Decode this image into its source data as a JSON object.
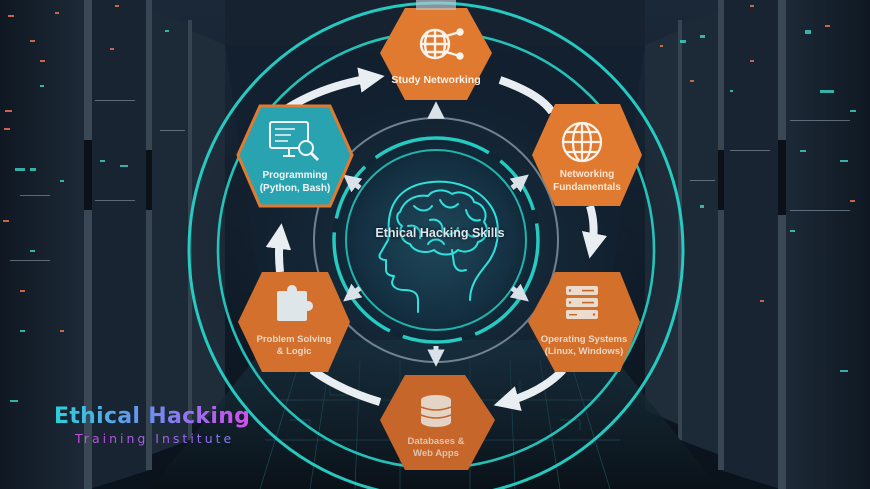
{
  "diagram": {
    "title": "Ethical Hacking Skills",
    "type": "cycle",
    "colors": {
      "background": "#0b1521",
      "ring_teal": "#27d3c8",
      "ring_grey": "#8a98a8",
      "hex_orange": "#e07a30",
      "hex_orange_dark": "#c7662a",
      "hex_teal": "#2aa3b0",
      "arrow": "#e9eef2",
      "label_text": "#f3f5f7"
    },
    "nodes": [
      {
        "id": "study-networking",
        "label_lines": [
          "Study Networking"
        ],
        "icon": "globe-network-icon",
        "color": "#e07a30"
      },
      {
        "id": "networking-fundamentals",
        "label_lines": [
          "Networking",
          "Fundamentals"
        ],
        "icon": "globe-icon",
        "color": "#e07a30"
      },
      {
        "id": "operating-systems",
        "label_lines": [
          "Operating Systems",
          "(Linux, Windows)"
        ],
        "icon": "server-icon",
        "color": "#d2702c"
      },
      {
        "id": "databases-web-apps",
        "label_lines": [
          "Databases &",
          "Web Apps"
        ],
        "icon": "database-icon",
        "color": "#c7662a"
      },
      {
        "id": "problem-solving",
        "label_lines": [
          "Problem Solving",
          "& Logic"
        ],
        "icon": "puzzle-icon",
        "color": "#d3702d"
      },
      {
        "id": "programming",
        "label_lines": [
          "Programming",
          "(Python, Bash)"
        ],
        "icon": "monitor-search-icon",
        "color": "#2aa3b0"
      }
    ],
    "flow": [
      [
        "programming",
        "study-networking"
      ],
      [
        "study-networking",
        "networking-fundamentals"
      ],
      [
        "networking-fundamentals",
        "operating-systems"
      ],
      [
        "operating-systems",
        "databases-web-apps"
      ],
      [
        "databases-web-apps",
        "problem-solving"
      ],
      [
        "problem-solving",
        "programming"
      ]
    ],
    "center": {
      "label": "Ethical Hacking Skills",
      "icon": "brain-head-icon"
    }
  },
  "logo": {
    "title": "Ethical Hacking",
    "subtitle": "Training Institute"
  }
}
